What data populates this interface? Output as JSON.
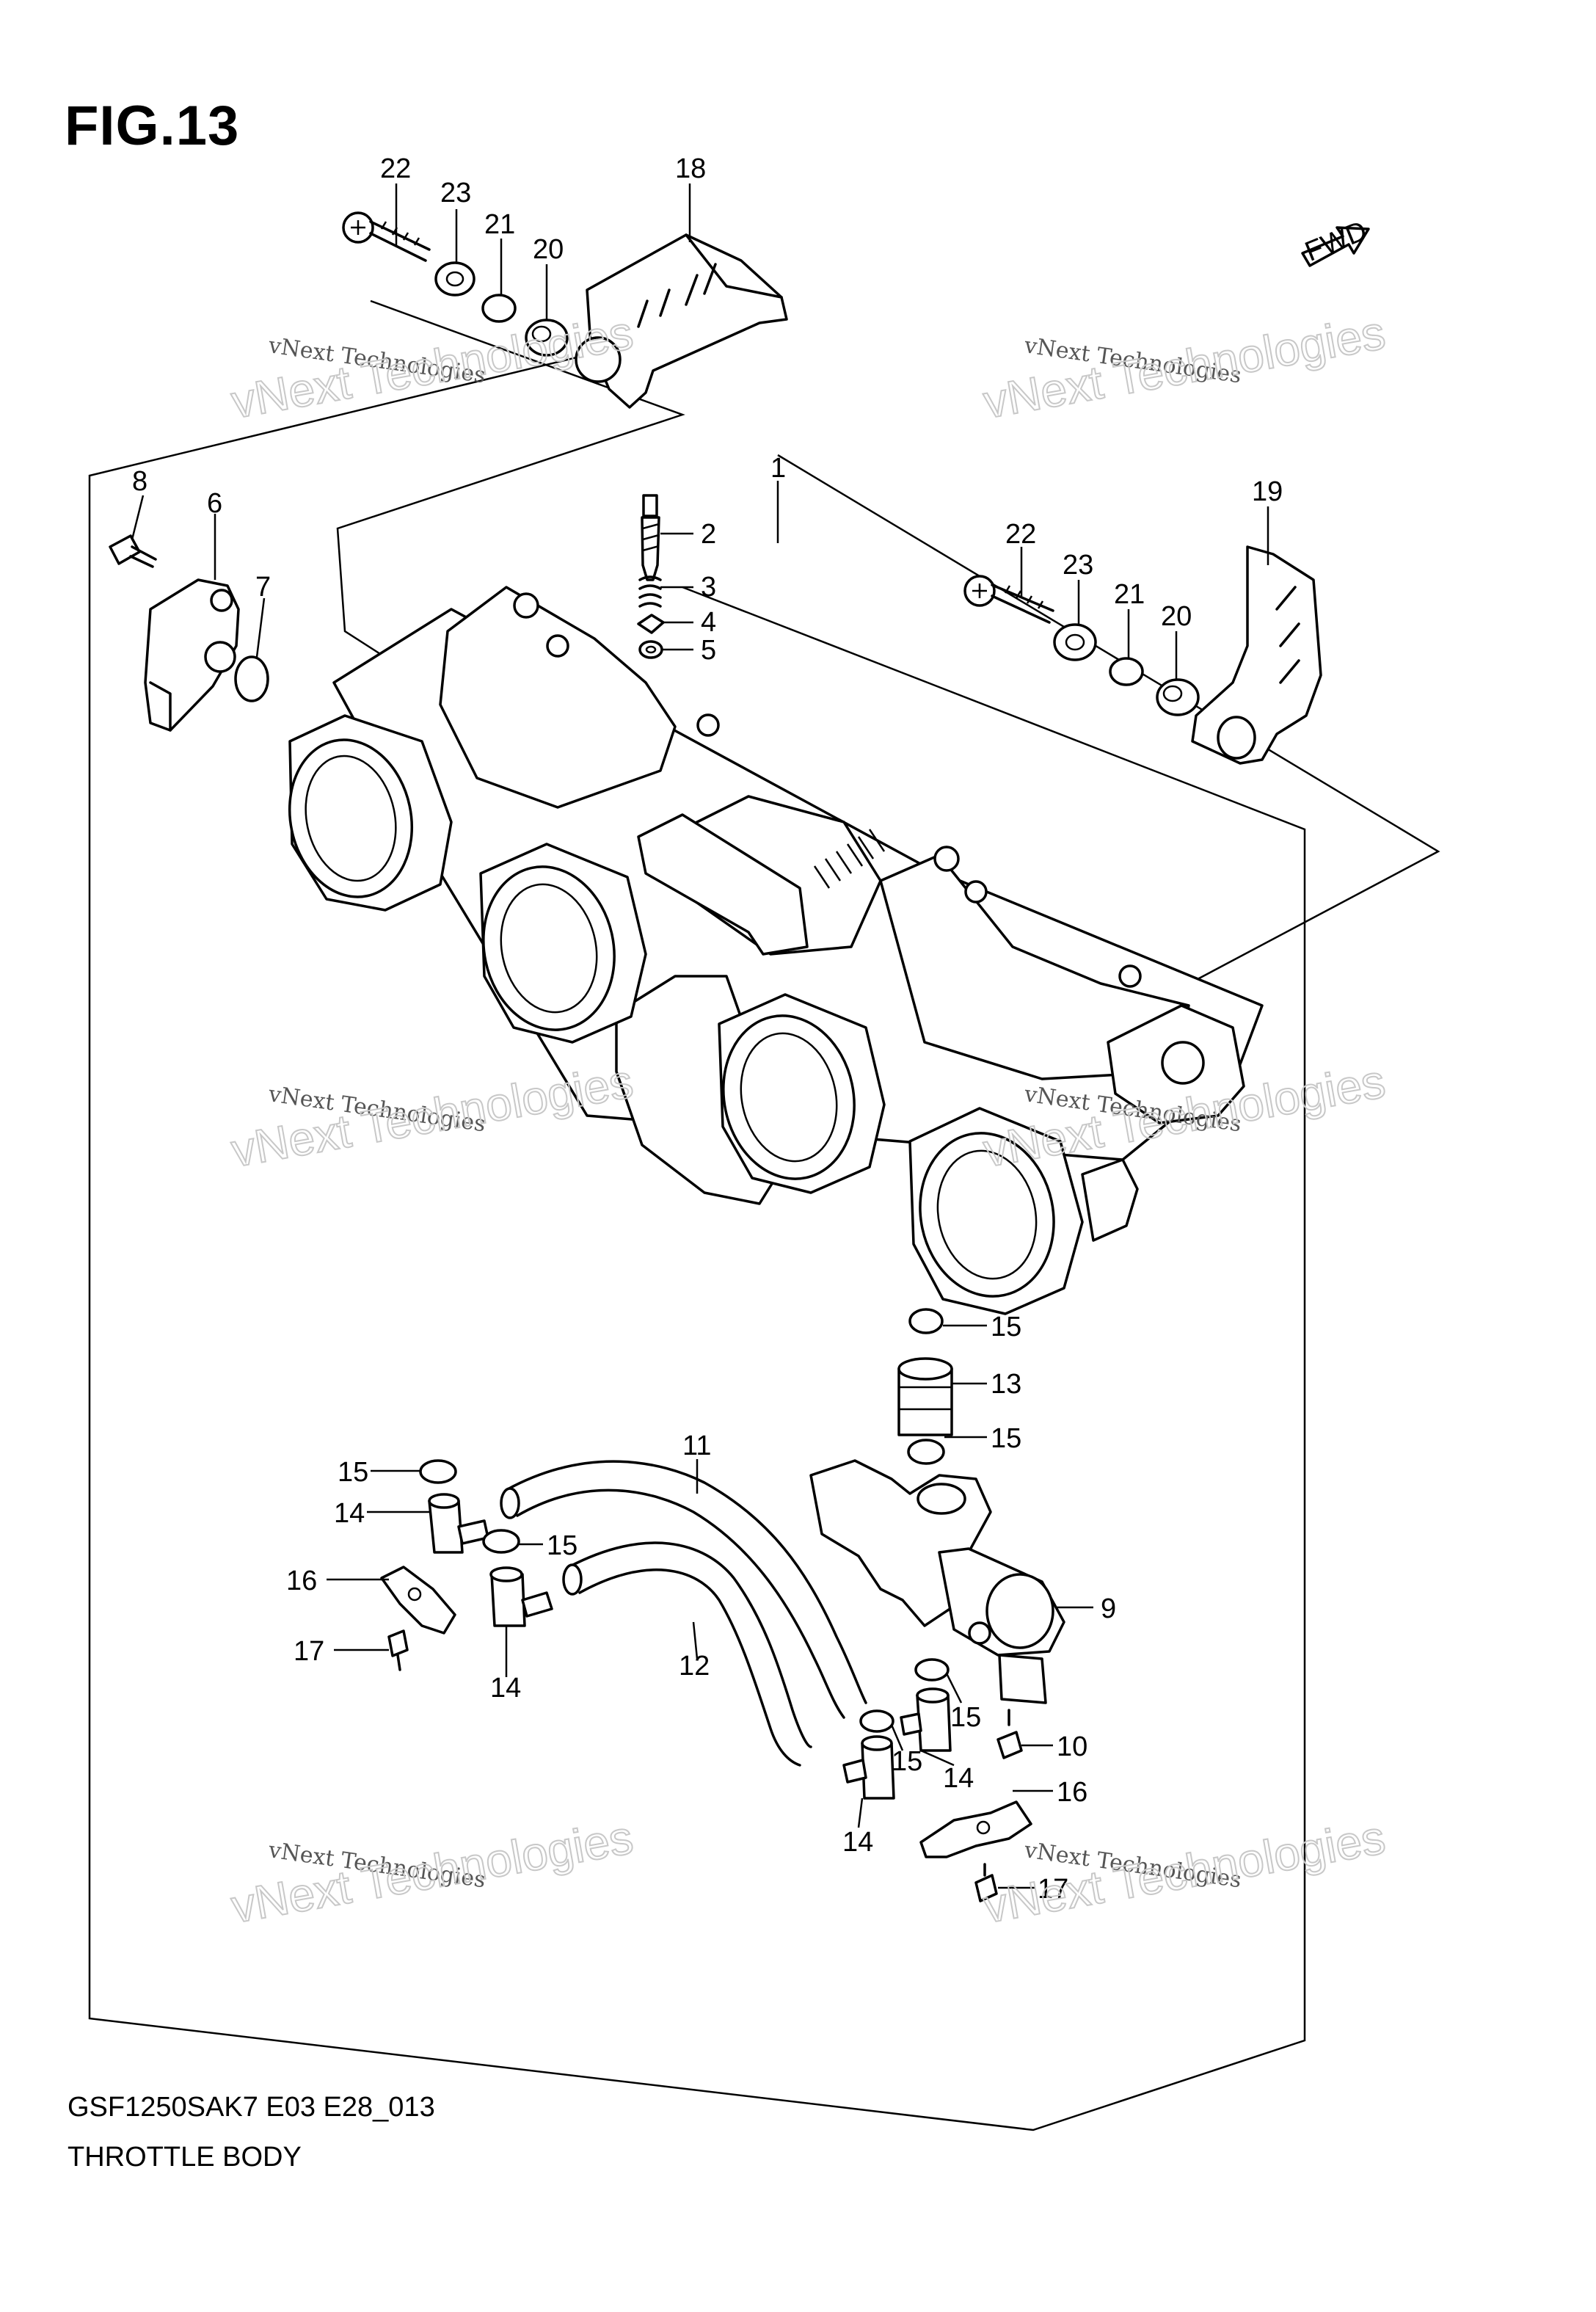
{
  "figure": {
    "title": "FIG.13"
  },
  "caption": {
    "model_code": "GSF1250SAK7 E03 E28_013",
    "title": "THROTTLE BODY"
  },
  "fwd_label": "FWD",
  "callouts": [
    "22",
    "23",
    "21",
    "20",
    "18",
    "1",
    "8",
    "6",
    "7",
    "2",
    "3",
    "4",
    "5",
    "22",
    "23",
    "21",
    "20",
    "19",
    "15",
    "13",
    "15",
    "11",
    "15",
    "14",
    "15",
    "16",
    "17",
    "12",
    "14",
    "9",
    "15",
    "10",
    "15",
    "14",
    "16",
    "14",
    "17"
  ],
  "watermark": {
    "small": "vNext Technologies",
    "large": "vNext Technologies"
  },
  "colors": {
    "ink": "#000000",
    "watermark": "#c8c8c8",
    "background": "#ffffff"
  }
}
